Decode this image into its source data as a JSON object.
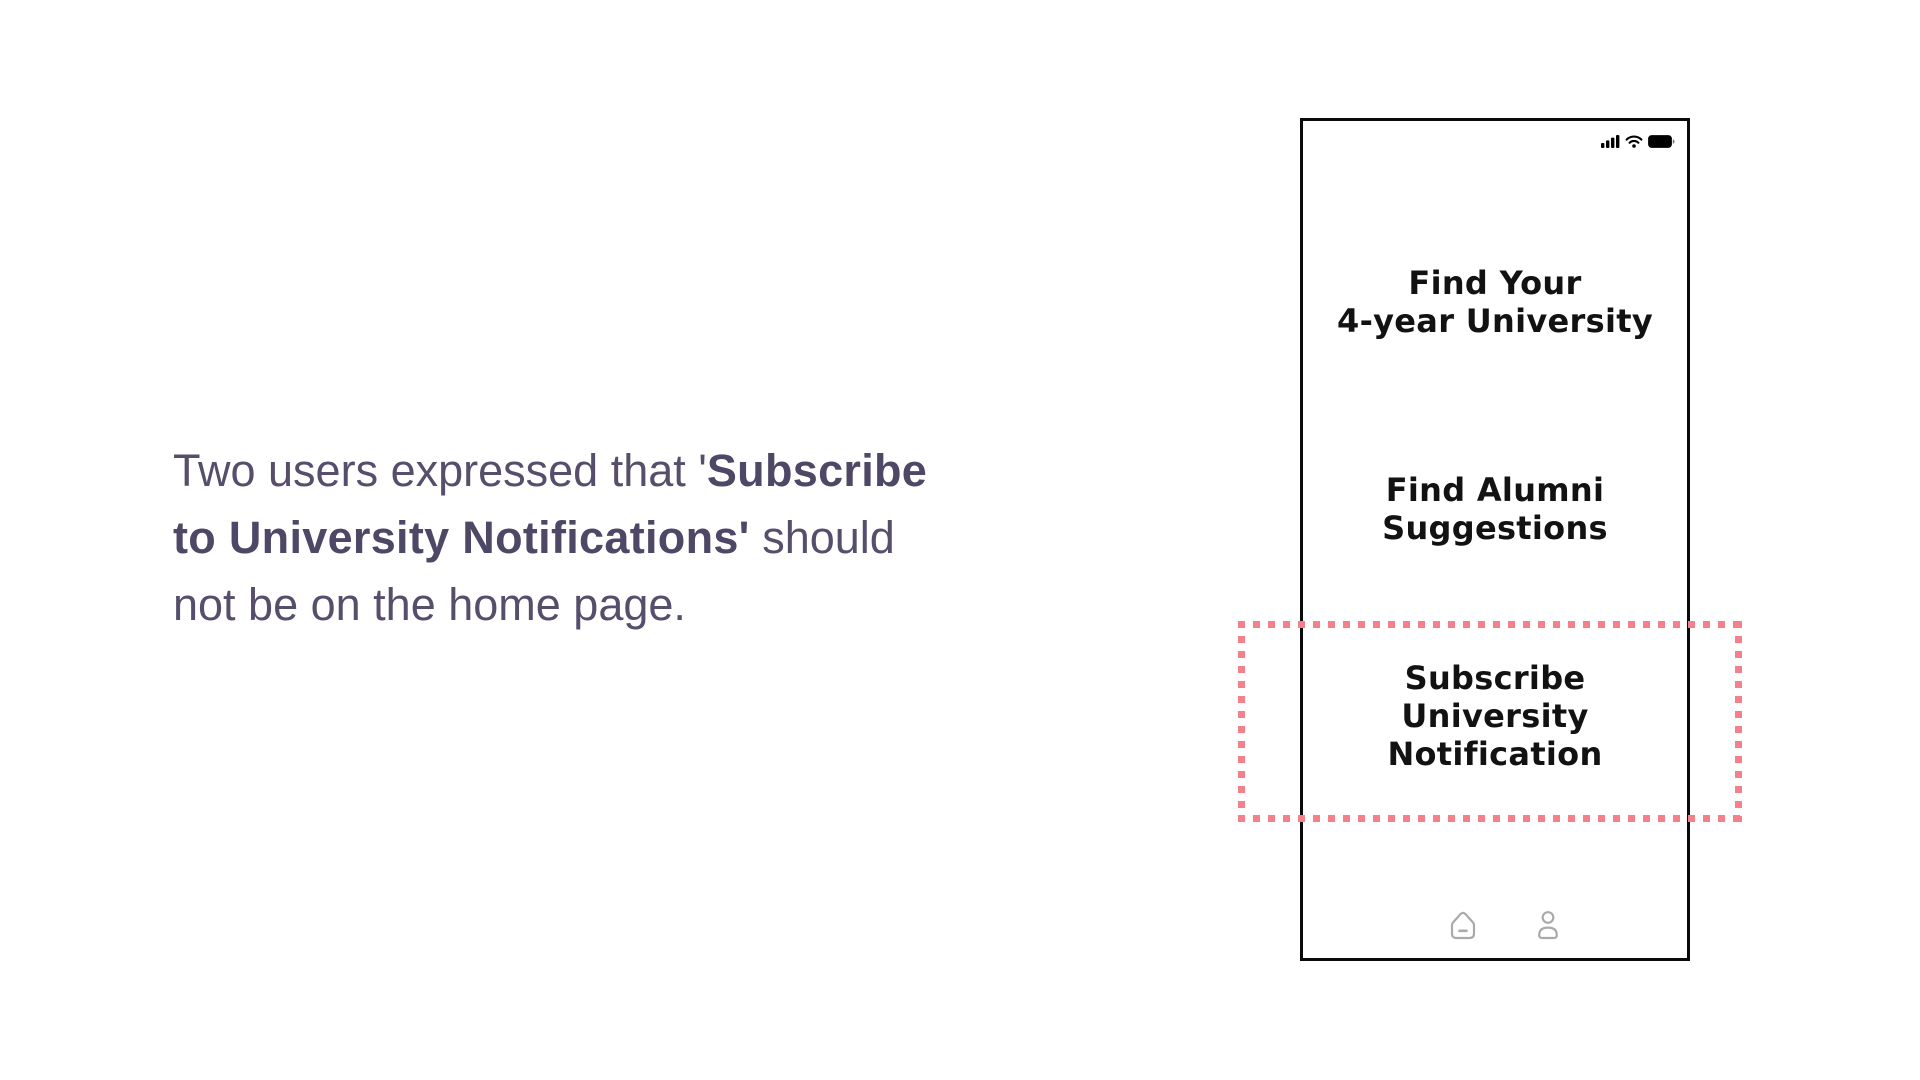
{
  "annotation": {
    "line1_regular": "Two users expressed that '",
    "line1_bold": "Subscribe",
    "line2_bold": "to University Notifications'",
    "line2_regular": " should",
    "line3_regular": "not be on the home page."
  },
  "phone": {
    "status_icons": [
      "cellular-signal",
      "wifi",
      "battery"
    ],
    "menu": [
      {
        "lines": [
          "Find Your",
          "4-year University"
        ]
      },
      {
        "lines": [
          "Find Alumni",
          "Suggestions"
        ]
      },
      {
        "lines": [
          "Subscribe",
          "University",
          "Notification"
        ]
      }
    ],
    "nav_icons": [
      "home",
      "profile"
    ]
  },
  "highlight": {
    "target": "Subscribe University Notification",
    "style": "dashed-rectangle"
  },
  "colors": {
    "background": "#ffffff",
    "annotation_text": "#564e6b",
    "annotation_bold_text": "#4e4766",
    "phone_border": "#0a0a0a",
    "menu_text": "#121212",
    "highlight_dash": "#f4808a",
    "nav_icon_gray": "#aaaaaa",
    "status_icon_black": "#000000"
  }
}
